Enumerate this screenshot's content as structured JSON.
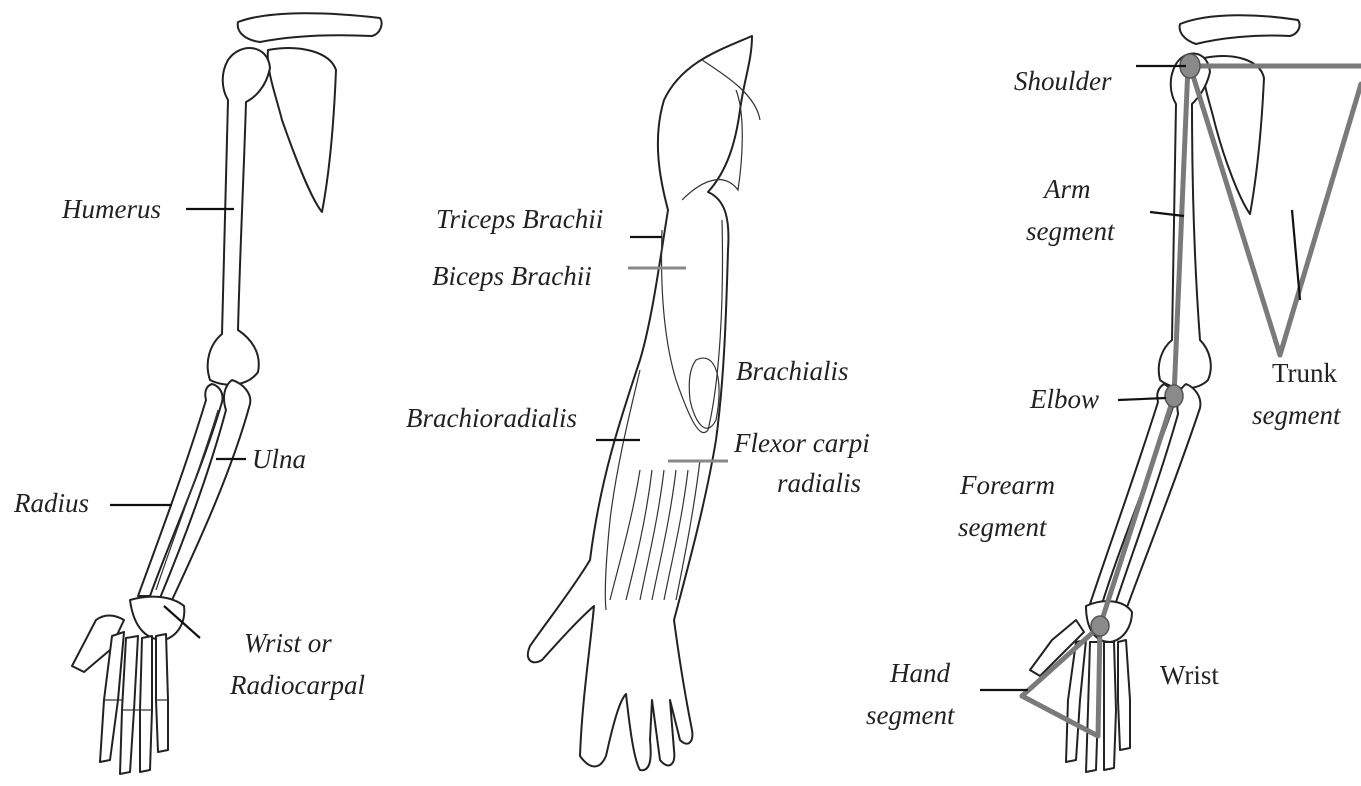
{
  "panels": {
    "skeleton": {
      "humerus": "Humerus",
      "ulna": "Ulna",
      "radius": "Radius",
      "wrist_line1": "Wrist or",
      "wrist_line2": "Radiocarpal"
    },
    "muscles": {
      "triceps": "Triceps Brachii",
      "biceps": "Biceps Brachii",
      "brachialis": "Brachialis",
      "brachioradialis": "Brachioradialis",
      "flexor_line1": "Flexor carpi",
      "flexor_line2": "radialis"
    },
    "segments": {
      "shoulder": "Shoulder",
      "arm_line1": "Arm",
      "arm_line2": "segment",
      "trunk_line1": "Trunk",
      "trunk_line2": "segment",
      "elbow": "Elbow",
      "forearm_line1": "Forearm",
      "forearm_line2": "segment",
      "hand_line1": "Hand",
      "hand_line2": "segment",
      "wrist": "Wrist"
    }
  },
  "colors": {
    "line": "#222222",
    "segment_stroke": "#7a7a7a",
    "joint_fill": "#8a8a8a"
  }
}
